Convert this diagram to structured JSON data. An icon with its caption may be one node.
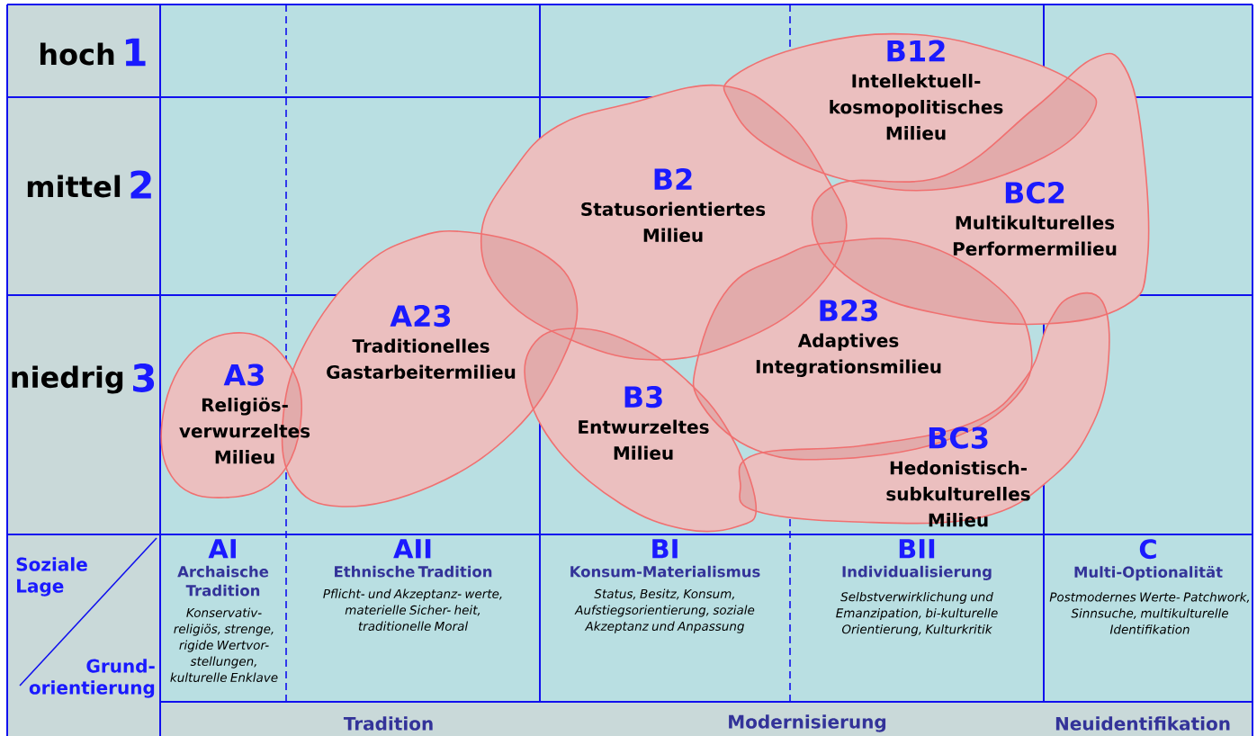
{
  "diagram": {
    "nodes": [
      {
        "text": [
          "B12",
          "Intellektuell- kosmopolitisches Milieu"
        ]
      },
      {
        "text": [
          "B2",
          "Statusorientiertes Milieu"
        ]
      },
      {
        "text": [
          "BC2",
          "Multikulturelles Performermilieu"
        ]
      },
      {
        "text": [
          "A23",
          "Traditionelles Gastarbeitermilieu"
        ]
      },
      {
        "text": [
          "B23",
          "Adaptives Integrationsmilieu"
        ]
      },
      {
        "text": [
          "A3",
          "Religiös- verwurzeltes Milieu"
        ]
      },
      {
        "text": [
          "B3",
          "Entwurzeltes Milieu"
        ]
      },
      {
        "text": [
          "BC3",
          "Hedonistisch- subkulturelles Milieu"
        ]
      },
      {
        "text": [
          "AI",
          "Archaische Tradition",
          "Konservativ- religiös, strenge, rigide Wertvor- stellungen, kulturelle Enklave"
        ]
      },
      {
        "text": [
          "AII",
          "Ethnische Tradition",
          "Pflicht- und Akzeptanz- werte, materielle Sicher- heit, traditionelle Moral"
        ]
      },
      {
        "text": [
          "BI",
          "Konsum-Materialismus",
          "Status, Besitz, Konsum, Aufstiegsorientierung, soziale Akzeptanz und Anpassung"
        ]
      },
      {
        "text": [
          "BII",
          "Individualisierung",
          "Selbstverwirklichung und Emanzipation, bi-kulturelle Orientierung, Kulturkritik"
        ]
      },
      {
        "text": [
          "C",
          "Multi-Optionalität",
          "Postmodernes Werte- Patchwork, Sinnsuche, multikulturelle Identifikation"
        ]
      }
    ],
    "labels": [
      "hoch",
      "1",
      "mittel",
      "2",
      "niedrig",
      "3",
      "Soziale Lage",
      "Grund- orientierung",
      "Tradition",
      "Modernisierung",
      "Neuidentifikation"
    ]
  }
}
